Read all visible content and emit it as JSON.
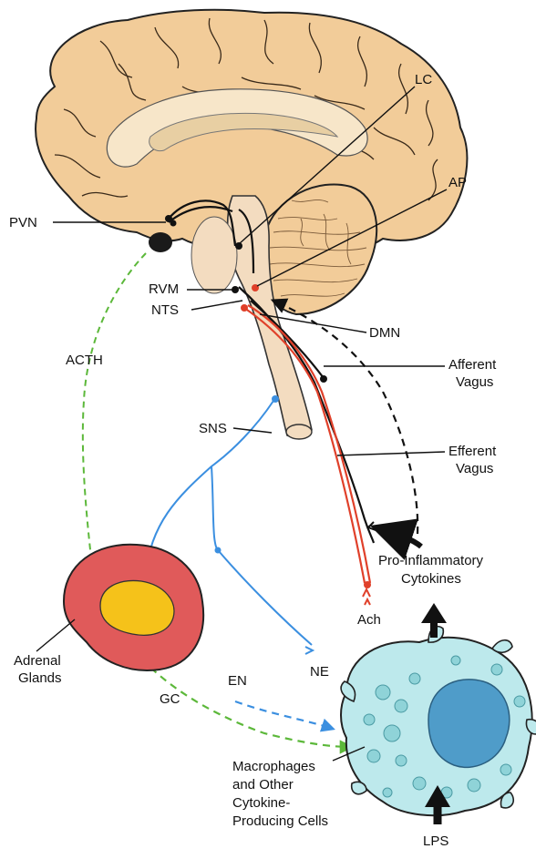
{
  "labels": {
    "lc": "LC",
    "ap": "AP",
    "pvn": "PVN",
    "rvm": "RVM",
    "nts": "NTS",
    "dmn": "DMN",
    "acth": "ACTH",
    "afferent_vagus": [
      "Afferent",
      "Vagus"
    ],
    "efferent_vagus": [
      "Efferent",
      "Vagus"
    ],
    "sns": "SNS",
    "pro_inflammatory_cytokines": [
      "Pro-Inflammatory",
      "Cytokines"
    ],
    "adrenal_glands": [
      "Adrenal",
      "Glands"
    ],
    "en": "EN",
    "ne": "NE",
    "gc": "GC",
    "ach": "Ach",
    "macrophages": [
      "Macrophages",
      "and Other",
      "Cytokine-",
      "Producing Cells"
    ],
    "lps": "LPS"
  },
  "colors": {
    "brain_fill": "#f2cc99",
    "brain_outline": "#222222",
    "stem_fill": "#f3dcc0",
    "sympathetic_blue": "#3b8fe0",
    "glucocorticoid_green": "#5cb83a",
    "efferent_red": "#e0402a",
    "adrenal_cortex": "#e05a5a",
    "adrenal_medulla": "#f5c21a",
    "macrophage_fill": "#bde9ec",
    "macrophage_nucleus": "#4f9cc9",
    "vesicle_fill": "#8fd3d8"
  }
}
